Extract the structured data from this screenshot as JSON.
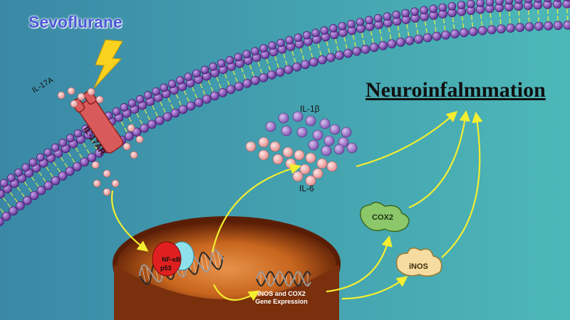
{
  "title": "Sevoflurane",
  "outcome": "Neuroinfalmmation",
  "ligand": "IL-17A",
  "receptor": "IL-17AR",
  "cytokines": {
    "il1b": "IL-1β",
    "il6": "IL-6"
  },
  "enzymes": {
    "cox2": "COX2",
    "inos": "iNOS"
  },
  "transcription": {
    "nfkb": "NF-κB",
    "p53": "p53"
  },
  "gene_expression": {
    "line1": "iNOS and COX2",
    "line2": "Gene Expression"
  },
  "icons": [
    "lightning-bolt-icon",
    "cell-membrane",
    "nucleus",
    "dna-helix"
  ],
  "colors": {
    "background": "#3f9aa8",
    "title": "#4a58d6",
    "membrane_head": "#7a3fb0",
    "arrow": "#f4ee30",
    "receptor": "#e06a6a",
    "cox2": "#8cc86a",
    "inos": "#f6dca0",
    "nucleus": "#8a3c10"
  }
}
